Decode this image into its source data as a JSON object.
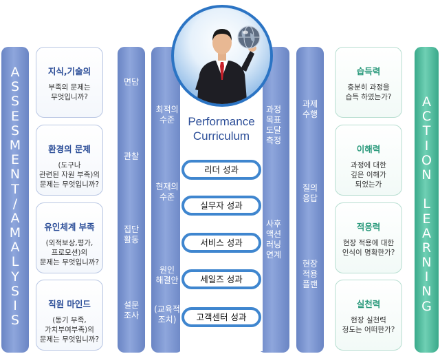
{
  "left_bar": {
    "letters": [
      "A",
      "S",
      "S",
      "E",
      "S",
      "M",
      "E",
      "N",
      "T",
      "/",
      "A",
      "M",
      "A",
      "L",
      "Y",
      "S",
      "I",
      "S"
    ]
  },
  "right_bar": {
    "letters": [
      "A",
      "C",
      "T",
      "I",
      "O",
      "N",
      "",
      "L",
      "E",
      "A",
      "R",
      "N",
      "I",
      "N",
      "G"
    ]
  },
  "left_cards": [
    {
      "title": "지식,기술의",
      "body": "부족의 문제는\n무엇입니까?"
    },
    {
      "title": "환경의 문제",
      "body": "(도구나\n관련된 자원 부족)의\n문제는 무엇입니까?"
    },
    {
      "title": "유인체계 부족",
      "body": "(외적보상,평가,\n프로모션)의\n문제는 무엇입니까?"
    },
    {
      "title": "직원 마인드",
      "body": "(동기 부족,\n가치부여부족)의\n문제는 무엇입니까?"
    }
  ],
  "methods_bar": [
    "면담",
    "관찰",
    "집단\n활동",
    "설문\n조사"
  ],
  "levels_bar": [
    "최적의\n수준",
    "현재의\n수준",
    "원인\n해결안",
    "(교육적\n조치)"
  ],
  "center": {
    "title_line1": "Performance",
    "title_line2": "Curriculum",
    "pills": [
      "리더 성과",
      "실무자 성과",
      "서비스 성과",
      "세일즈 성과",
      "고객센터 성과"
    ]
  },
  "goals_bar": [
    "과정\n목표\n도달\n측정",
    "사후\n액션\n러닝\n연계"
  ],
  "steps_bar": [
    "과제\n수행",
    "질의\n응답",
    "현장\n적용\n플랜"
  ],
  "right_cards": [
    {
      "title": "습득력",
      "body": "충분히 과정을\n습득 하였는가?"
    },
    {
      "title": "이해력",
      "body": "과정에 대한\n깊은 이해가\n되었는가"
    },
    {
      "title": "적응력",
      "body": "현장 적용에 대한\n인식이 명확한가?"
    },
    {
      "title": "실천력",
      "body": "현장 실천력\n정도는 어떠한가?"
    }
  ],
  "colors": {
    "blue_bar": "#7b95d2",
    "green_bar": "#4dbb9b",
    "pill_border": "#3f86cf",
    "title_blue": "#2c4e98"
  }
}
